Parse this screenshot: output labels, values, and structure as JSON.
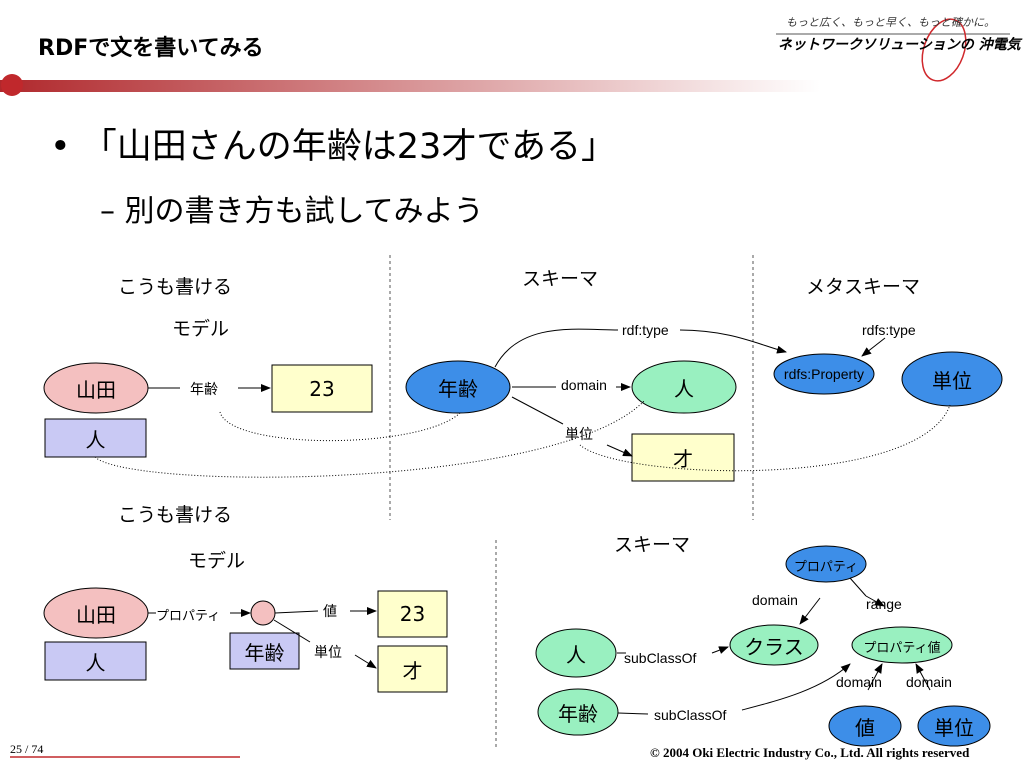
{
  "header": {
    "title": "RDFで文を書いてみる",
    "tagline": "もっと広く、もっと早く、もっと確かに。",
    "company": "ネットワークソリューションの 沖電気"
  },
  "bullets": {
    "main": "「山田さんの年齢は23才である」",
    "sub_dash": "–",
    "sub": "別の書き方も試してみよう"
  },
  "top": {
    "alt_label": "こうも書ける",
    "model_label": "モデル",
    "schema_label": "スキーマ",
    "meta_label": "メタスキーマ",
    "yamada": "山田",
    "hito_class": "人",
    "nenrei_prop": "年齢",
    "value_23": "23",
    "nenrei_node": "年齢",
    "domain": "domain",
    "hito_node": "人",
    "tani_label": "単位",
    "sai": "才",
    "rdf_type": "rdf:type",
    "rdfs_type": "rdfs:type",
    "rdfs_property": "rdfs:Property",
    "tani_node": "単位"
  },
  "bottom": {
    "alt_label": "こうも書ける",
    "model_label": "モデル",
    "schema_label": "スキーマ",
    "yamada": "山田",
    "hito_class": "人",
    "property_label": "プロパティ",
    "nenrei_box": "年齢",
    "atai_label": "値",
    "tani_label": "単位",
    "value_23": "23",
    "sai": "才",
    "property_node": "プロパティ",
    "class_node": "クラス",
    "propval_node": "プロパティ値",
    "domain1": "domain",
    "range": "range",
    "hito_node": "人",
    "subclassof1": "subClassOf",
    "nenrei_node": "年齢",
    "subclassof2": "subClassOf",
    "domain2": "domain",
    "domain3": "domain",
    "atai_node": "値",
    "tani_node": "単位"
  },
  "footer": {
    "page": "25 / 74",
    "copyright": "© 2004 Oki Electric Industry Co., Ltd. All rights reserved"
  },
  "colors": {
    "pink": "#f4c0c0",
    "lavender": "#c9c9f4",
    "blue": "#3d8ee8",
    "green": "#99f0c0",
    "yellow": "#ffffcc",
    "accent_red": "#c0282c"
  }
}
